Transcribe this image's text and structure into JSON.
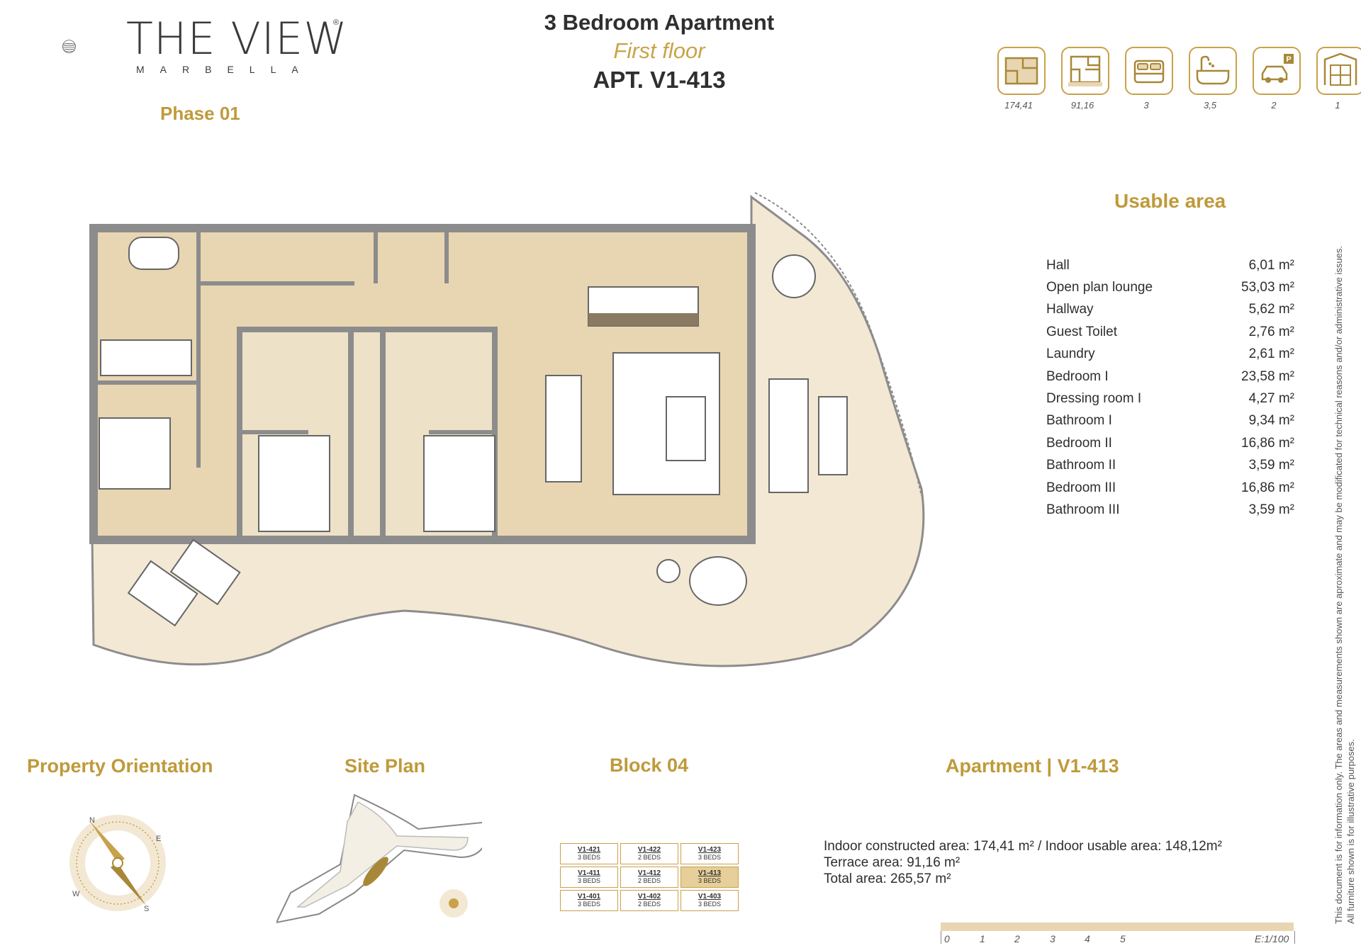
{
  "brand": {
    "title": "THE VIEW",
    "reg": "®",
    "subtitle": "MARBELLA"
  },
  "phase": "Phase 01",
  "header": {
    "title": "3 Bedroom Apartment",
    "floor": "First floor",
    "apartment": "APT. V1-413"
  },
  "specs": [
    {
      "icon": "floorplan-icon",
      "value": "174,41"
    },
    {
      "icon": "terrace-plan-icon",
      "value": "91,16"
    },
    {
      "icon": "bed-icon",
      "value": "3"
    },
    {
      "icon": "bathtub-icon",
      "value": "3,5"
    },
    {
      "icon": "parking-car-icon",
      "value": "2"
    },
    {
      "icon": "storage-icon",
      "value": "1"
    }
  ],
  "usable_area": {
    "title": "Usable area",
    "rows": [
      {
        "name": "Hall",
        "value": "6,01 m²"
      },
      {
        "name": "Open plan lounge",
        "value": "53,03 m²"
      },
      {
        "name": "Hallway",
        "value": "5,62 m²"
      },
      {
        "name": "Guest Toilet",
        "value": "2,76 m²"
      },
      {
        "name": "Laundry",
        "value": "2,61 m²"
      },
      {
        "name": "Bedroom I",
        "value": "23,58 m²"
      },
      {
        "name": "Dressing room I",
        "value": "4,27 m²"
      },
      {
        "name": "Bathroom I",
        "value": "9,34 m²"
      },
      {
        "name": "Bedroom II",
        "value": "16,86 m²"
      },
      {
        "name": "Bathroom II",
        "value": "3,59 m²"
      },
      {
        "name": "Bedroom III",
        "value": "16,86 m²"
      },
      {
        "name": "Bathroom III",
        "value": "3,59 m²"
      }
    ]
  },
  "sections": {
    "orientation": "Property Orientation",
    "site_plan": "Site Plan",
    "block": "Block 04",
    "apartment": "Apartment | V1-413"
  },
  "compass": {
    "n": "N",
    "e": "E",
    "s": "S",
    "w": "W"
  },
  "block_units": [
    {
      "unit": "V1-421",
      "beds": "3 BEDS",
      "selected": false
    },
    {
      "unit": "V1-422",
      "beds": "2 BEDS",
      "selected": false
    },
    {
      "unit": "V1-423",
      "beds": "3 BEDS",
      "selected": false
    },
    {
      "unit": "V1-411",
      "beds": "3 BEDS",
      "selected": false
    },
    {
      "unit": "V1-412",
      "beds": "2 BEDS",
      "selected": false
    },
    {
      "unit": "V1-413",
      "beds": "3 BEDS",
      "selected": true
    },
    {
      "unit": "V1-401",
      "beds": "3 BEDS",
      "selected": false
    },
    {
      "unit": "V1-402",
      "beds": "2 BEDS",
      "selected": false
    },
    {
      "unit": "V1-403",
      "beds": "3 BEDS",
      "selected": false
    }
  ],
  "summary": {
    "line1": "Indoor constructed area: 174,41  m² / Indoor usable area: 148,12m²",
    "line2": "Terrace area: 91,16  m²",
    "line3": "Total area: 265,57 m²"
  },
  "scale": {
    "ticks": [
      "0",
      "1",
      "2",
      "3",
      "4",
      "5"
    ],
    "ratio": "E:1/100"
  },
  "disclaimer": {
    "line1": "This document is for information only. The areas and measurements shown are aproximate and may be modificated for technical reasons and/or administrative issues.",
    "line2": "All furniture shown is for illustrative purposes."
  },
  "colors": {
    "gold": "#bf9a3a",
    "floor_fill": "#e8d6b2",
    "terrace_fill": "#f2e8d4",
    "wall": "#8c8c8c"
  }
}
